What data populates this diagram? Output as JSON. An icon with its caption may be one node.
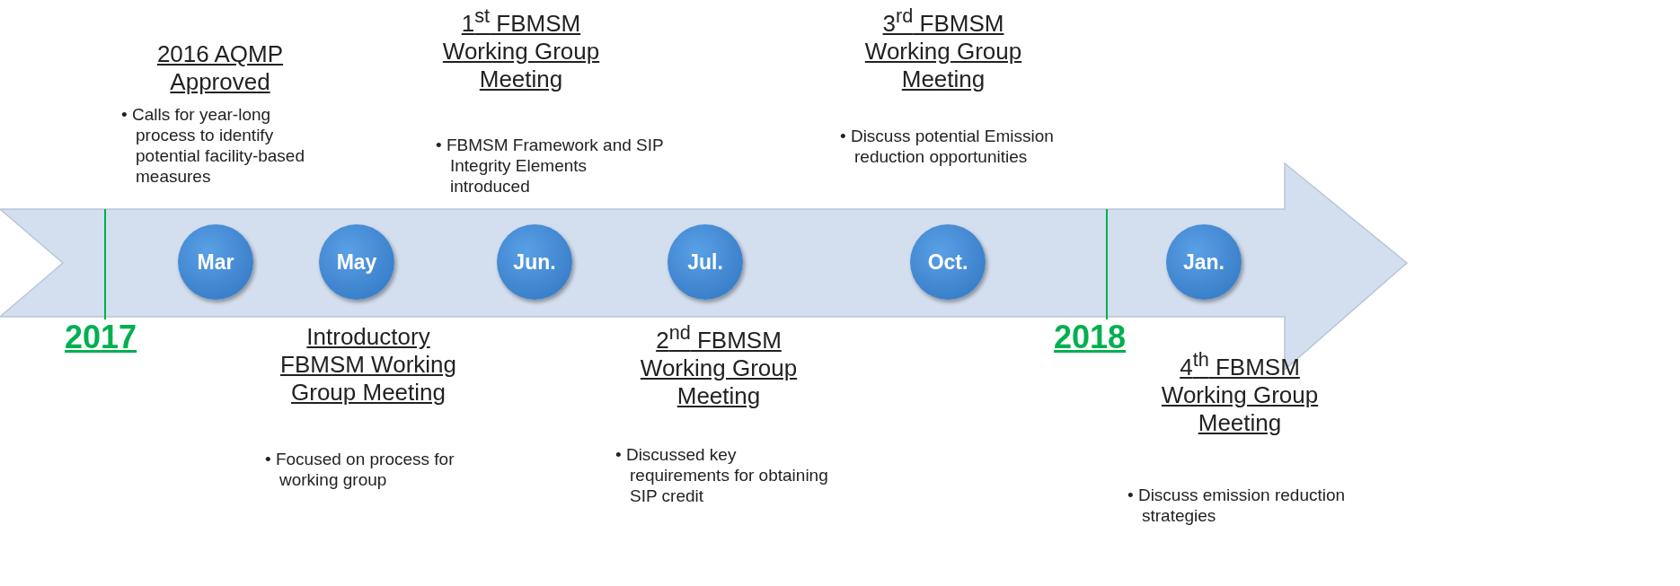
{
  "diagram": {
    "nodes": [
      {
        "text": [],
        "shape": "arrow"
      },
      {
        "text": [
          "Mar"
        ],
        "in": 0,
        "beside": [
          "2016 AQMP Approved",
          "• Calls for year-long process to identify potential facility-based measures"
        ]
      },
      {
        "text": [
          "May"
        ],
        "in": 0,
        "beside": [
          "Introductory FBMSM Working Group Meeting",
          "• Focused on process for working group"
        ]
      },
      {
        "text": [
          "Jun."
        ],
        "in": 0,
        "beside": [
          "1$^{st}$ FBMSM Working Group Meeting",
          "• FBMSM Framework and SIP Integrity Elements introduced"
        ]
      },
      {
        "text": [
          "Jul."
        ],
        "in": 0,
        "beside": [
          "2$^{nd}$ FBMSM Working Group Meeting",
          "• Discussed key requirements for obtaining SIP credit"
        ]
      },
      {
        "text": [
          "Oct."
        ],
        "in": 0,
        "beside": [
          "3$^{rd}$ FBMSM Working Group Meeting",
          "• Discuss potential Emission reduction opportunities"
        ]
      },
      {
        "text": [
          "Jan."
        ],
        "in": 0,
        "beside": [
          "4$^{th}$ FBMSM Working Group Meeting",
          "• Discuss emission reduction strategies"
        ]
      }
    ],
    "edges": [],
    "labels": [
      "2017",
      "2018"
    ]
  }
}
